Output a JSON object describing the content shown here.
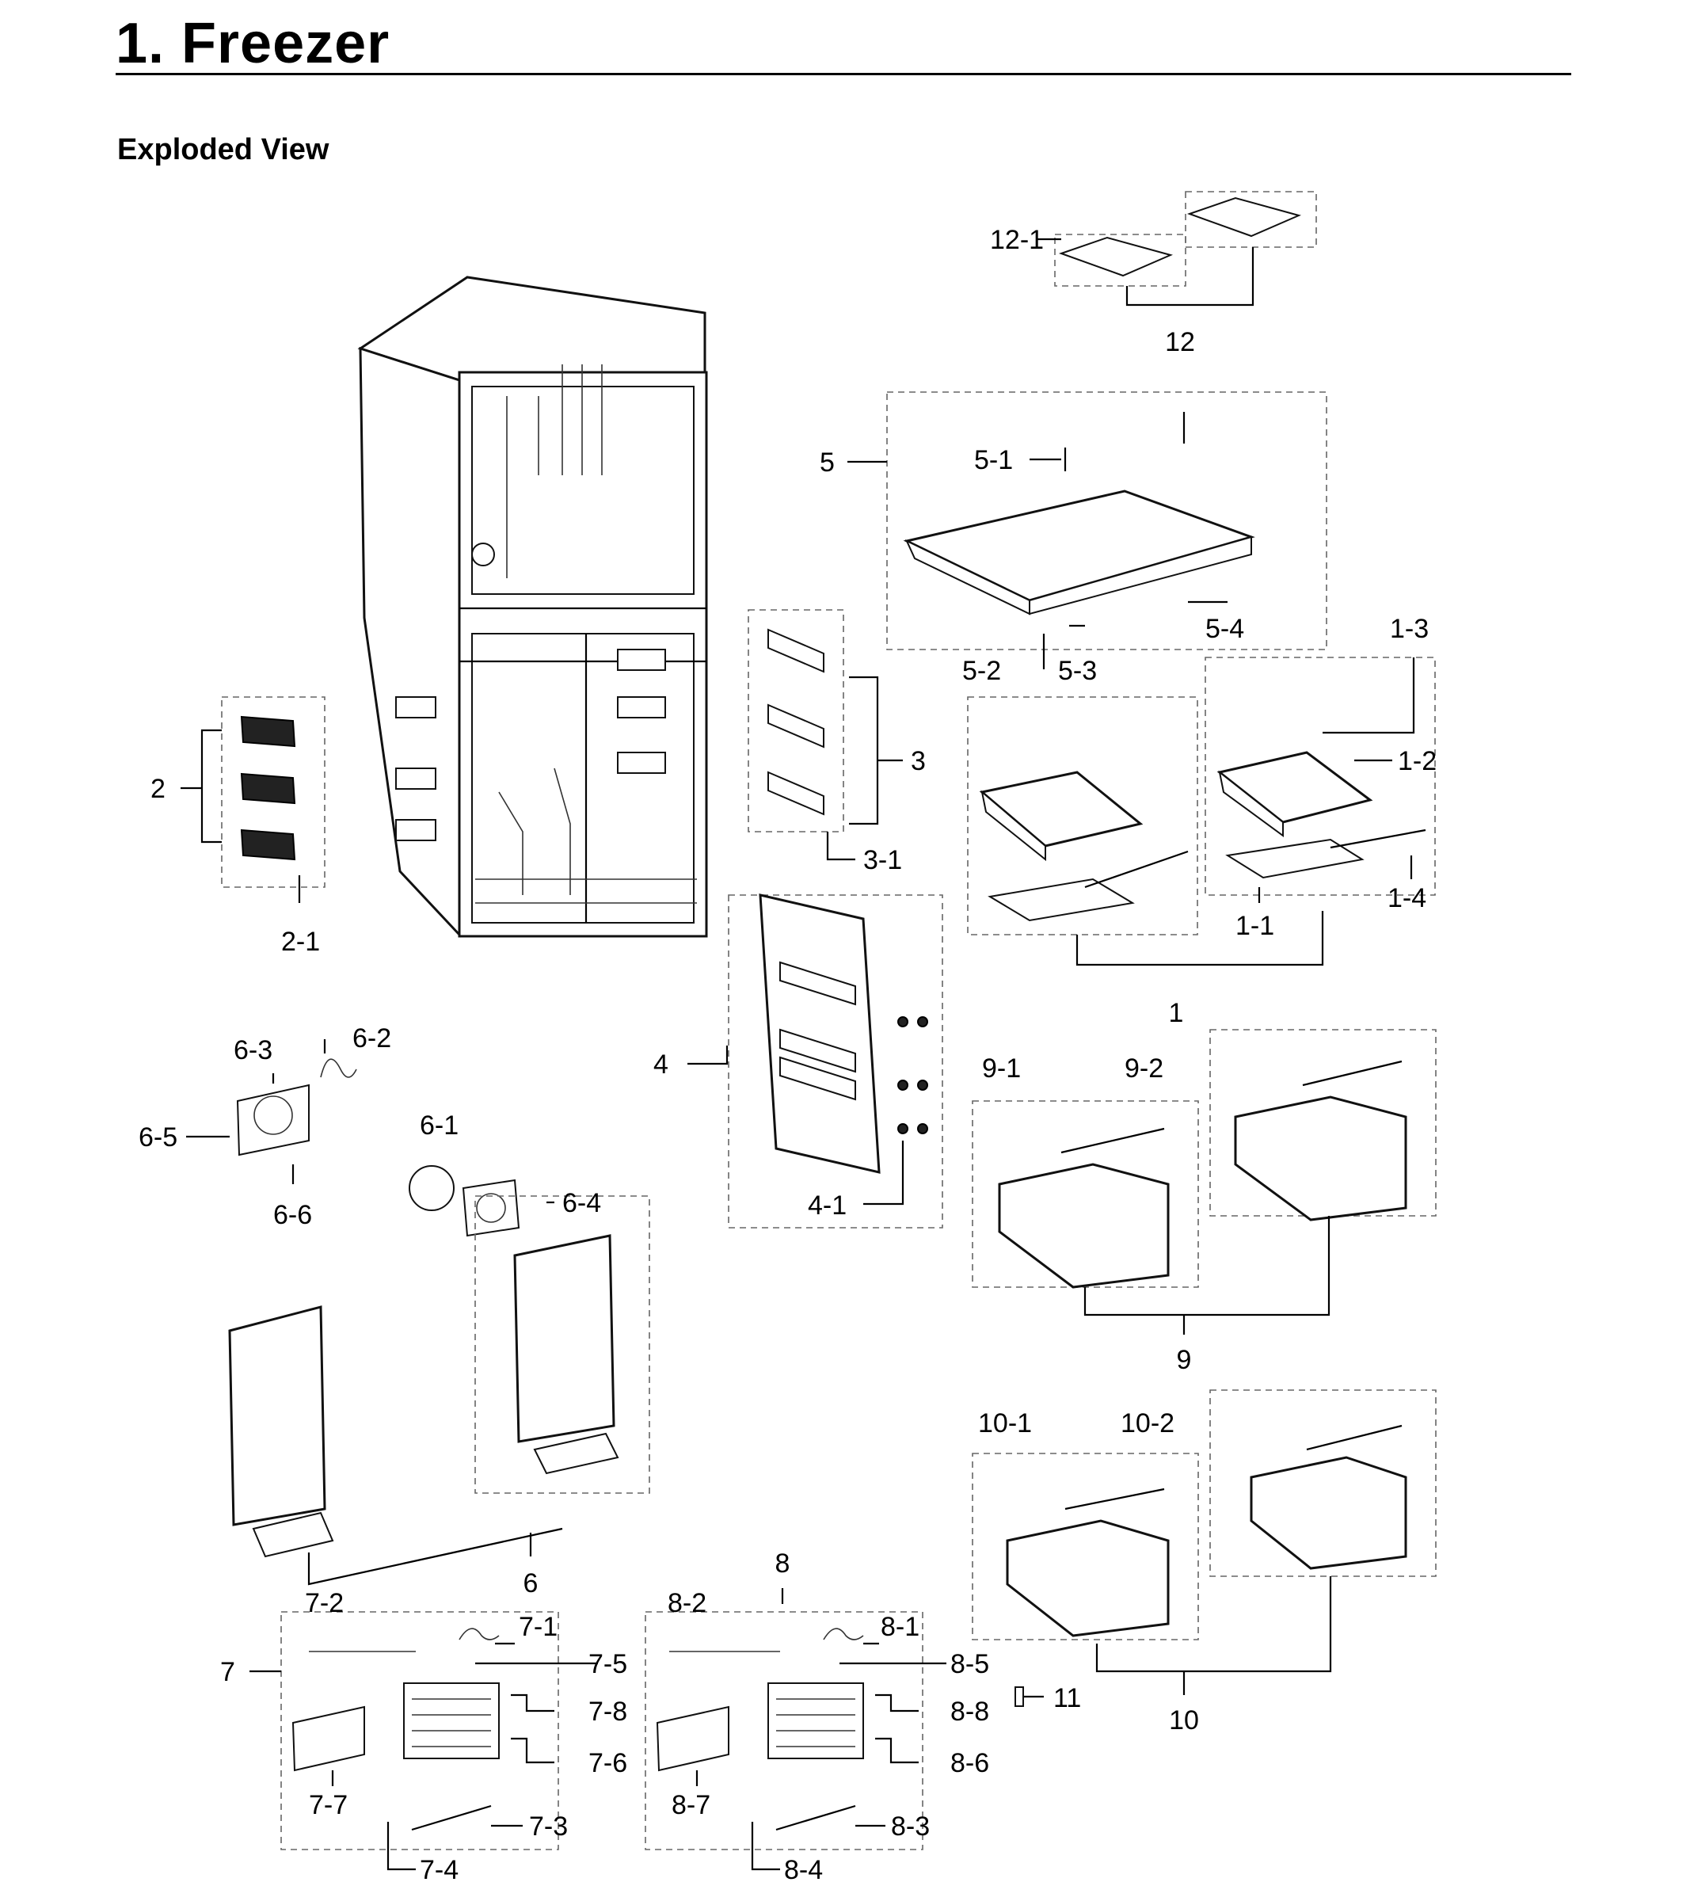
{
  "header": {
    "title": "1.  Freezer",
    "subtitle": "Exploded View"
  },
  "labels": {
    "p1": "1",
    "p1_1": "1-1",
    "p1_2": "1-2",
    "p1_3": "1-3",
    "p1_4": "1-4",
    "p2": "2",
    "p2_1": "2-1",
    "p3": "3",
    "p3_1": "3-1",
    "p4": "4",
    "p4_1": "4-1",
    "p5": "5",
    "p5_1": "5-1",
    "p5_2": "5-2",
    "p5_3": "5-3",
    "p5_4": "5-4",
    "p6": "6",
    "p6_1": "6-1",
    "p6_2": "6-2",
    "p6_3": "6-3",
    "p6_4": "6-4",
    "p6_5": "6-5",
    "p6_6": "6-6",
    "p7": "7",
    "p7_1": "7-1",
    "p7_2": "7-2",
    "p7_3": "7-3",
    "p7_4": "7-4",
    "p7_5": "7-5",
    "p7_6": "7-6",
    "p7_7": "7-7",
    "p7_8": "7-8",
    "p8": "8",
    "p8_1": "8-1",
    "p8_2": "8-2",
    "p8_3": "8-3",
    "p8_4": "8-4",
    "p8_5": "8-5",
    "p8_6": "8-6",
    "p8_7": "8-7",
    "p8_8": "8-8",
    "p9": "9",
    "p9_1": "9-1",
    "p9_2": "9-2",
    "p10": "10",
    "p10_1": "10-1",
    "p10_2": "10-2",
    "p11": "11",
    "p12": "12",
    "p12_1": "12-1"
  }
}
